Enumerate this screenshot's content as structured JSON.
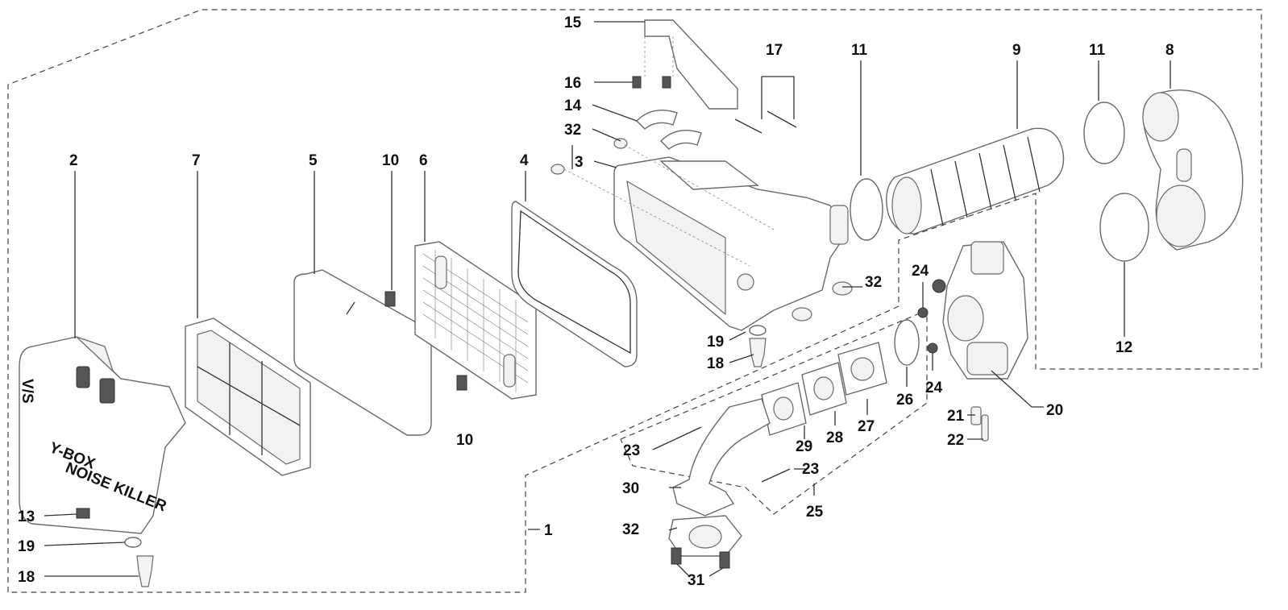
{
  "diagram": {
    "branding": {
      "logo": "V/S",
      "product": "Y-BOX",
      "tagline": "NOISE KILLER"
    },
    "labels": [
      "1",
      "2",
      "3",
      "4",
      "5",
      "6",
      "7",
      "8",
      "9",
      "10",
      "10",
      "11",
      "11",
      "12",
      "13",
      "14",
      "15",
      "16",
      "17",
      "18",
      "18",
      "19",
      "19",
      "20",
      "21",
      "22",
      "23",
      "23",
      "24",
      "24",
      "25",
      "26",
      "27",
      "28",
      "29",
      "30",
      "31",
      "32",
      "32",
      "32"
    ],
    "colors": {
      "line": "#333333",
      "part_stroke": "#6a6a6a",
      "text": "#111111",
      "background": "#ffffff"
    }
  }
}
